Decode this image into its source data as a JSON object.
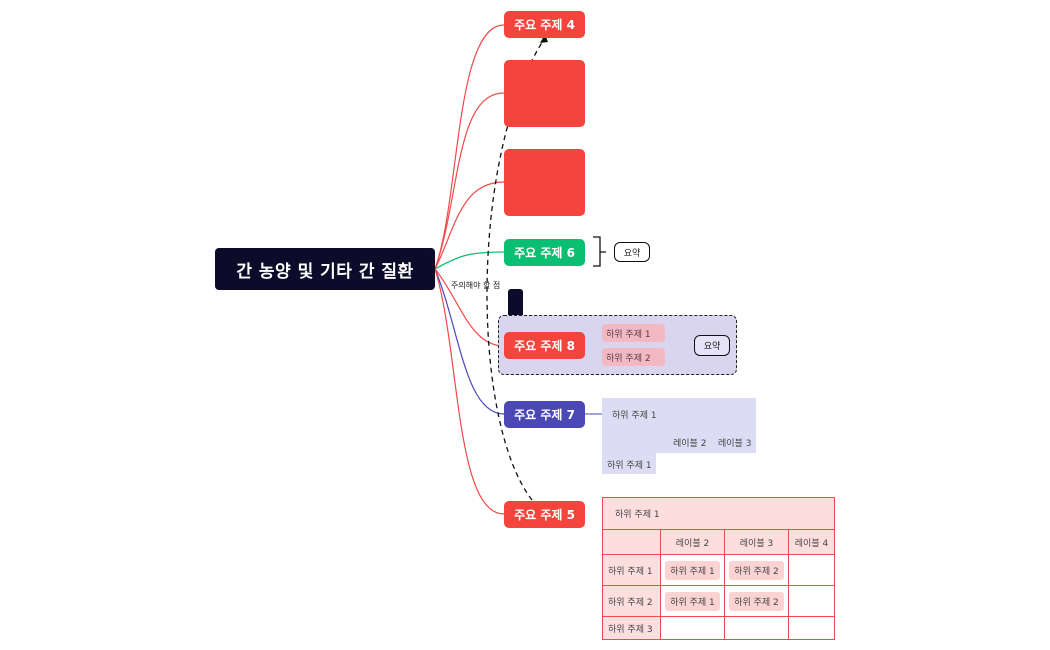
{
  "central_topic": "간 농양 및 기타 간 질환",
  "topics": {
    "t4": "주요 주제 4",
    "t6": "주요 주제 6",
    "t8": "주요 주제 8",
    "t7": "주요 주제 7",
    "t5": "주요 주제 5"
  },
  "summary_label": "요약",
  "relationship_label": "주의해야 할 점",
  "topic8_subtopics": [
    "하위 주제 1",
    "하위 주제 2"
  ],
  "topic7_block": {
    "subtopic_a": "하위 주제 1",
    "level2": "레이블 2",
    "level3": "레이블 3",
    "subtopic_b": "하위 주제 1"
  },
  "topic5_matrix": {
    "title": "하위 주제 1",
    "columns": [
      "레이블 2",
      "레이블 3",
      "레이블 4"
    ],
    "rows": [
      {
        "label": "하위 주제 1",
        "c1": "하위 주제 1",
        "c2": "하위 주제 2"
      },
      {
        "label": "하위 주제 2",
        "c1": "하위 주제 1",
        "c2": "하위 주제 2"
      },
      {
        "label": "하위 주제 3"
      }
    ]
  },
  "colors": {
    "central": "#0c0c2a",
    "red": "#f5443b",
    "green": "#0bbf72",
    "purple": "#4b48b6",
    "boundary_fill": "#d9d5ef",
    "subtopic_pink": "#f3b9c2",
    "lavender": "#dcdcf4"
  }
}
